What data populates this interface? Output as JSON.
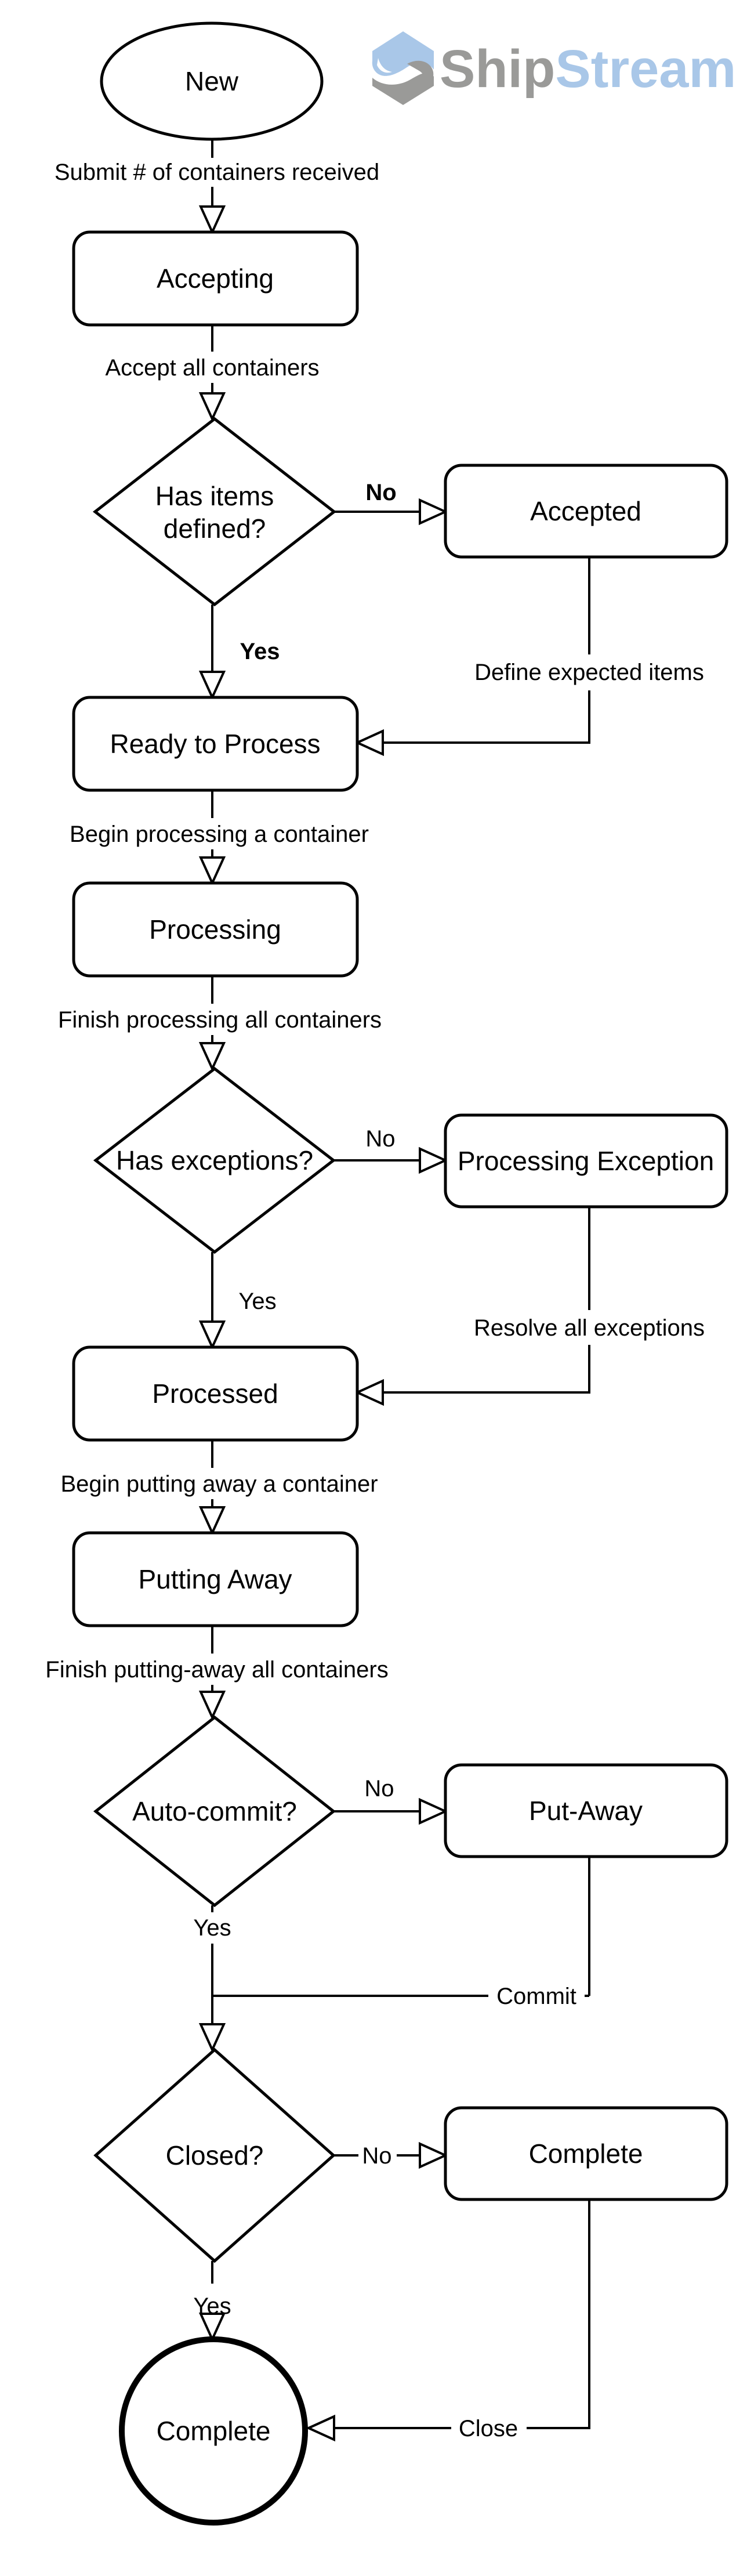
{
  "logo": {
    "icon": "shipstream-hexagon-wave-icon",
    "word_gray": "Ship",
    "word_blue": "Stream",
    "gray_color": "#9a9a98",
    "blue_color": "#a9c7e8"
  },
  "nodes": {
    "new": "New",
    "accepting": "Accepting",
    "has_items_line1": "Has items",
    "has_items_line2": "defined?",
    "accepted": "Accepted",
    "ready_to_process": "Ready to Process",
    "processing": "Processing",
    "has_exceptions": "Has exceptions?",
    "processing_exception": "Processing Exception",
    "processed": "Processed",
    "putting_away": "Putting Away",
    "auto_commit": "Auto-commit?",
    "put_away": "Put-Away",
    "closed": "Closed?",
    "complete_box": "Complete",
    "complete_final": "Complete"
  },
  "edges": {
    "submit": "Submit # of containers received",
    "accept_all": "Accept all containers",
    "no1": "No",
    "yes1": "Yes",
    "define_expected": "Define expected items",
    "begin_processing": "Begin processing a container",
    "finish_processing": "Finish processing all containers",
    "no2": "No",
    "yes2": "Yes",
    "resolve": "Resolve all exceptions",
    "begin_putaway": "Begin putting away a container",
    "finish_putaway": "Finish putting-away all containers",
    "no3": "No",
    "yes3": "Yes",
    "commit": "Commit",
    "no4": "No",
    "yes4": "Yes",
    "close": "Close"
  }
}
